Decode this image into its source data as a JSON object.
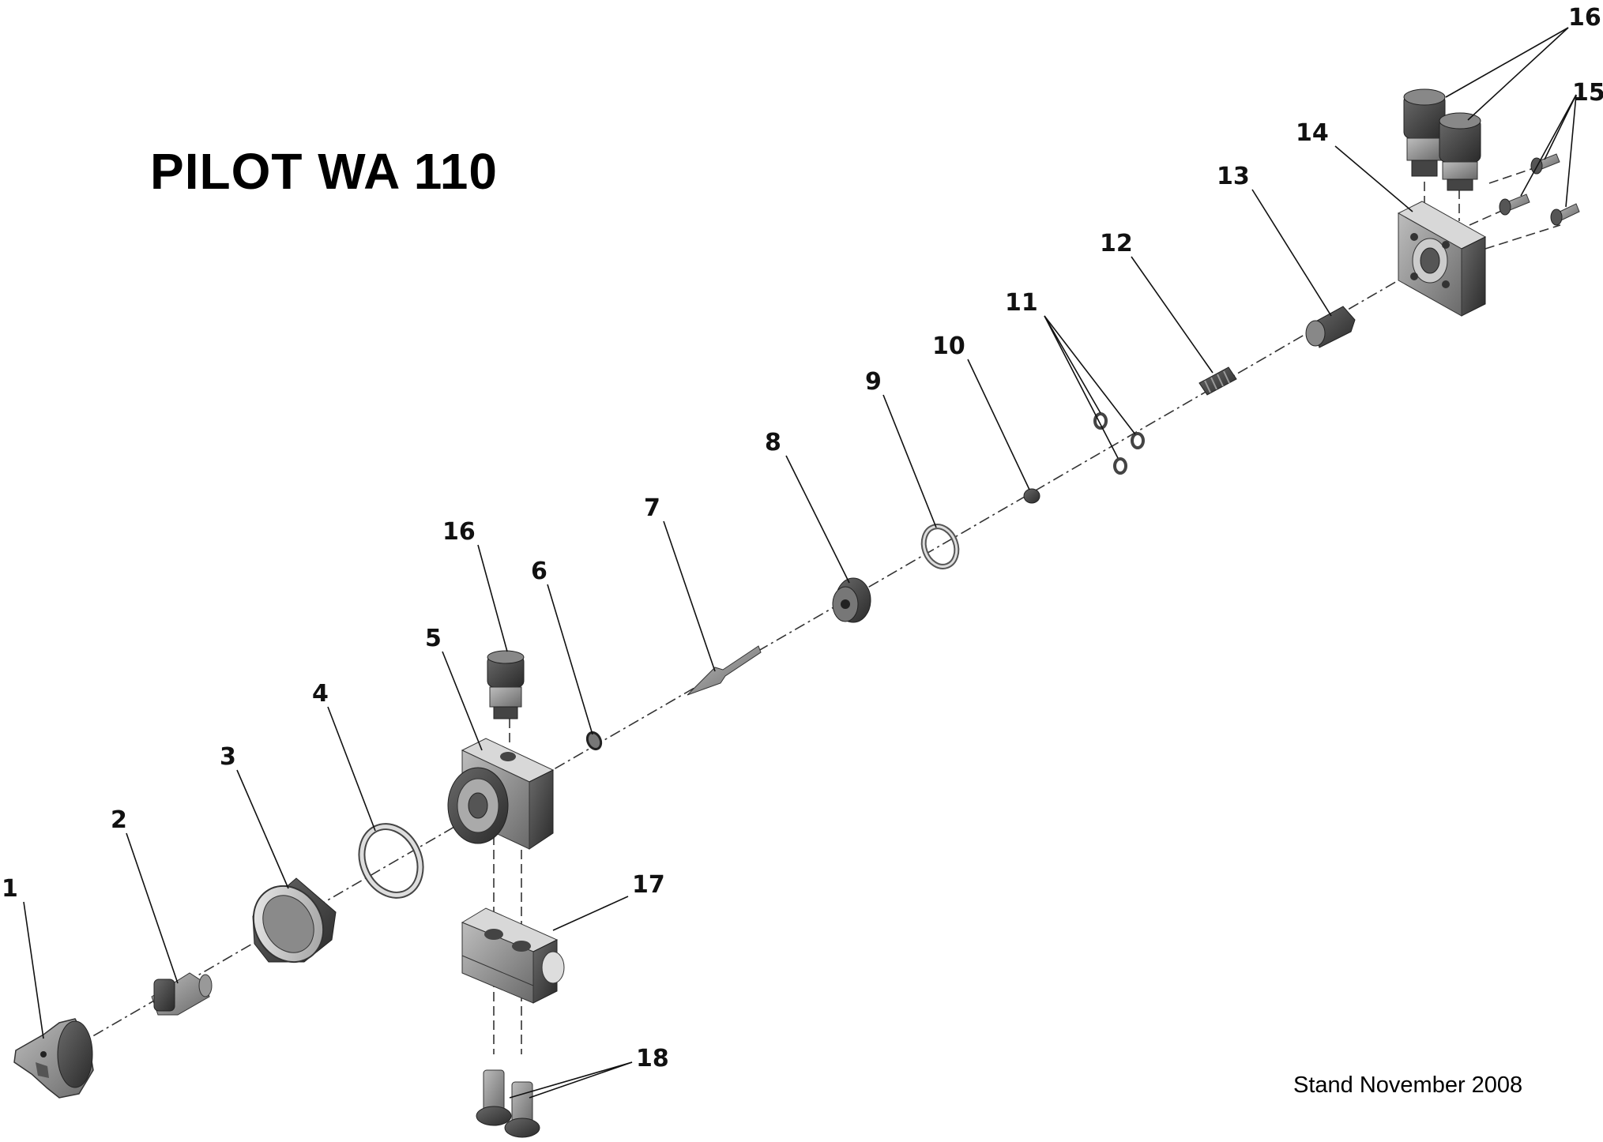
{
  "title": "PILOT WA 110",
  "footer": "Stand November 2008",
  "callouts": {
    "p1": "1",
    "p2": "2",
    "p3": "3",
    "p4": "4",
    "p5": "5",
    "p6": "6",
    "p7": "7",
    "p8": "8",
    "p9": "9",
    "p10": "10",
    "p11": "11",
    "p12": "12",
    "p13": "13",
    "p14": "14",
    "p15": "15",
    "p16a": "16",
    "p16b": "16",
    "p17": "17",
    "p18": "18"
  },
  "colors": {
    "line": "#111111",
    "part_dark": "#3a3a3a",
    "part_mid": "#8a8a8a",
    "part_light": "#d0d0d0"
  }
}
